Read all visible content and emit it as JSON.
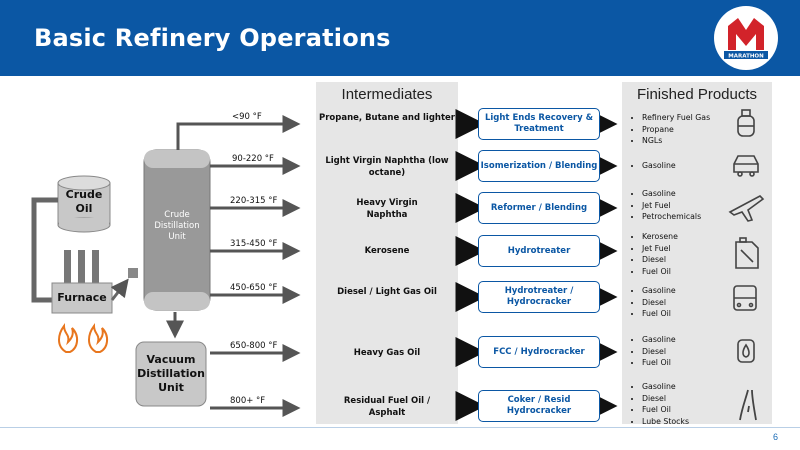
{
  "slide": {
    "title": "Basic Refinery Operations",
    "page_number": "6",
    "logo_text": "MARATHON",
    "brand_color": "#0b57a4",
    "accent_red": "#d2232a"
  },
  "columns": {
    "intermediates": "Intermediates",
    "finished": "Finished Products"
  },
  "units": {
    "crude_oil": "Crude Oil",
    "furnace": "Furnace",
    "crude_distillation": "Crude Distillation Unit",
    "vacuum_distillation": "Vacuum Distillation Unit"
  },
  "rows": [
    {
      "temp": "<90 °F",
      "intermediate": "Propane, Butane and lighter",
      "process": "Light Ends Recovery & Treatment",
      "products": [
        "Refinery Fuel Gas",
        "Propane",
        "NGLs"
      ],
      "icon": "propane-tank-icon"
    },
    {
      "temp": "90-220 °F",
      "intermediate": "Light Virgin Naphtha (low octane)",
      "process": "Isomerization / Blending",
      "products": [
        "Gasoline"
      ],
      "icon": "car-icon"
    },
    {
      "temp": "220-315 °F",
      "intermediate": "Heavy Virgin Naphtha",
      "process": "Reformer / Blending",
      "products": [
        "Gasoline",
        "Jet Fuel",
        "Petrochemicals"
      ],
      "icon": "airplane-icon"
    },
    {
      "temp": "315-450 °F",
      "intermediate": "Kerosene",
      "process": "Hydrotreater",
      "products": [
        "Kerosene",
        "Jet Fuel",
        "Diesel",
        "Fuel Oil"
      ],
      "icon": "jerrycan-icon"
    },
    {
      "temp": "450-650 °F",
      "intermediate": "Diesel / Light Gas Oil",
      "process": "Hydrotreater / Hydrocracker",
      "products": [
        "Gasoline",
        "Diesel",
        "Fuel Oil"
      ],
      "icon": "bus-icon"
    },
    {
      "temp": "650-800 °F",
      "intermediate": "Heavy Gas Oil",
      "process": "FCC / Hydrocracker",
      "products": [
        "Gasoline",
        "Diesel",
        "Fuel Oil"
      ],
      "icon": "fuel-drop-icon"
    },
    {
      "temp": "800+ °F",
      "intermediate": "Residual Fuel Oil / Asphalt",
      "process": "Coker / Resid Hydrocracker",
      "products": [
        "Gasoline",
        "Diesel",
        "Fuel Oil",
        "Lube Stocks"
      ],
      "icon": "road-icon"
    }
  ]
}
